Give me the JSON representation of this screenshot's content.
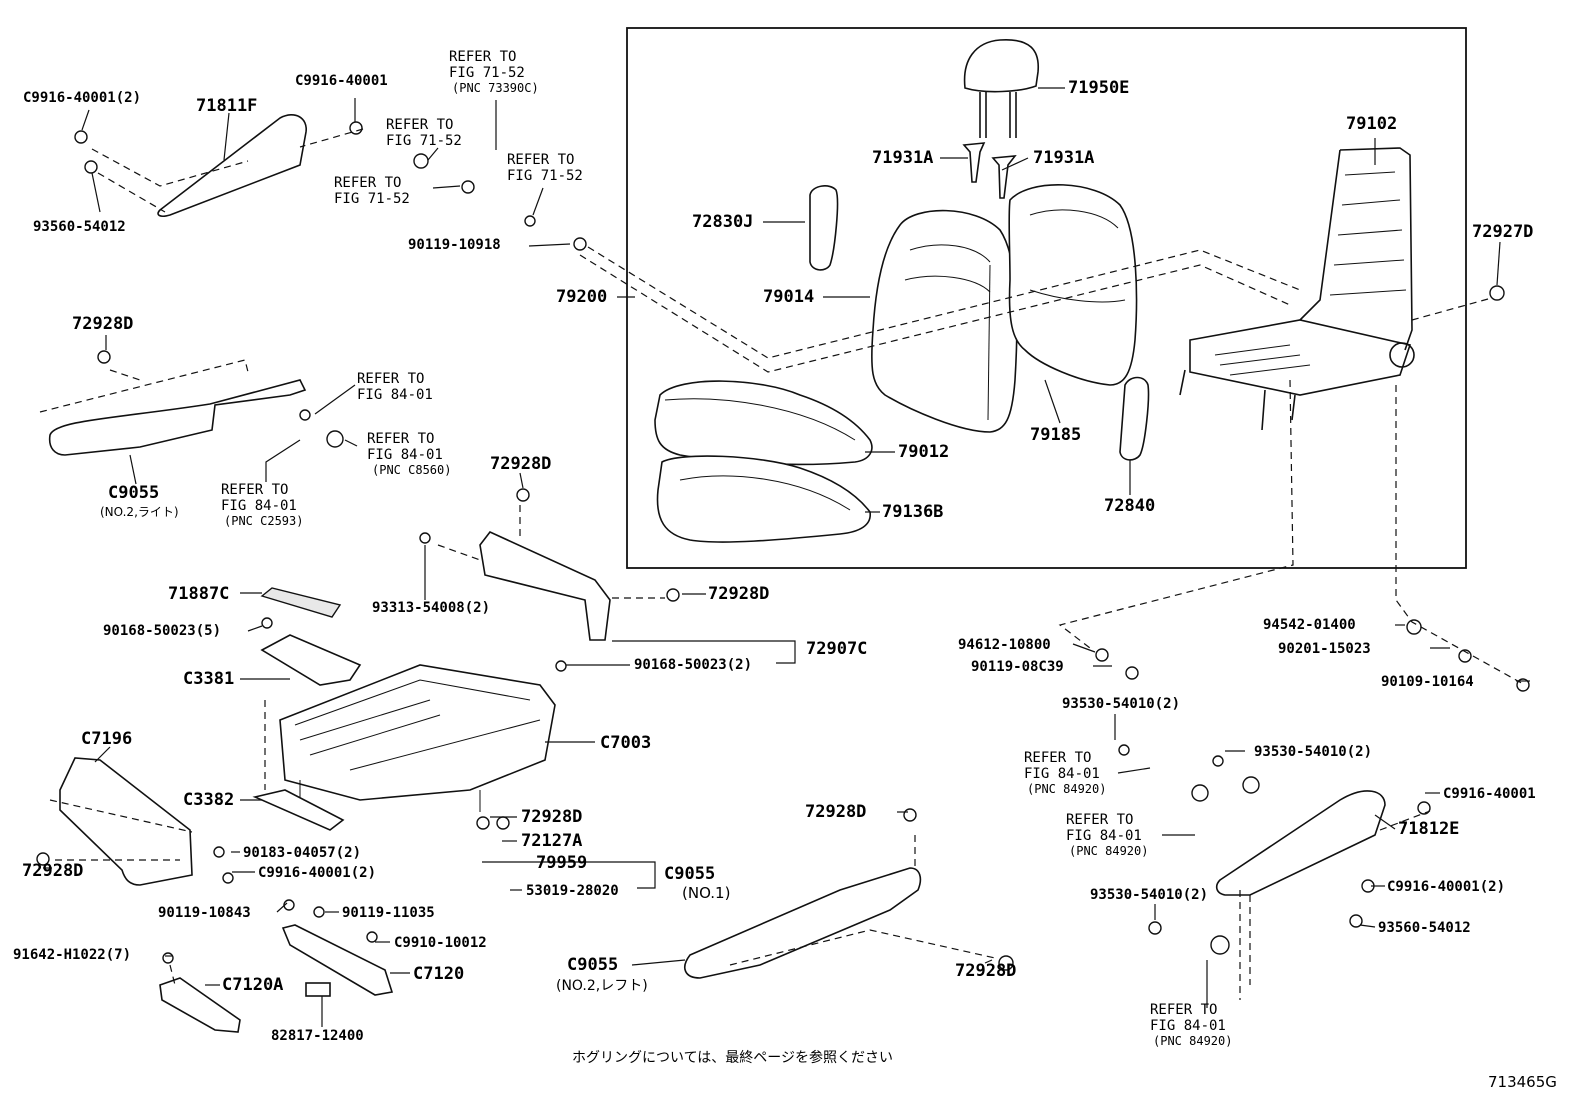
{
  "diagram": {
    "footnote": "ホグリングについては、最終ページを参照ください",
    "figure_code": "713465G",
    "labels": {
      "l_c9916_2a": "C9916-40001(2)",
      "l_71811f": "71811F",
      "l_c9916_a": "C9916-40001",
      "l_93560_a": "93560-54012",
      "l_refer_a1": "REFER TO",
      "l_refer_a2": "FIG 71-52",
      "l_refer_a3": "(PNC 73390C)",
      "l_refer_b1": "REFER TO",
      "l_refer_b2": "FIG 71-52",
      "l_refer_c1": "REFER TO",
      "l_refer_c2": "FIG 71-52",
      "l_refer_d1": "REFER TO",
      "l_refer_d2": "FIG 71-52",
      "l_90119_10918": "90119-10918",
      "l_79200": "79200",
      "l_71950e": "71950E",
      "l_71931a_1": "71931A",
      "l_71931a_2": "71931A",
      "l_79102": "79102",
      "l_72830j": "72830J",
      "l_72927d": "72927D",
      "l_79014": "79014",
      "l_79185": "79185",
      "l_79012": "79012",
      "l_72840": "72840",
      "l_79136b": "79136B",
      "l_72928d_1": "72928D",
      "l_refer_e1": "REFER TO",
      "l_refer_e2": "FIG 84-01",
      "l_refer_f1": "REFER TO",
      "l_refer_f2": "FIG 84-01",
      "l_refer_f3": "(PNC C8560)",
      "l_refer_g1": "REFER TO",
      "l_refer_g2": "FIG 84-01",
      "l_refer_g3": "(PNC C2593)",
      "l_c9055_top": "C9055",
      "l_c9055_top_sub": "(NO.2,ライト)",
      "l_72928d_2": "72928D",
      "l_93313": "93313-54008(2)",
      "l_72928d_3": "72928D",
      "l_71887c": "71887C",
      "l_90168_5": "90168-50023(5)",
      "l_72907c": "72907C",
      "l_90168_2": "90168-50023(2)",
      "l_c3381": "C3381",
      "l_c7003": "C7003",
      "l_c7196": "C7196",
      "l_c3382": "C3382",
      "l_72928d_4": "72928D",
      "l_72127a": "72127A",
      "l_79959": "79959",
      "l_c9055_mid": "C9055",
      "l_c9055_mid_sub": "(NO.1)",
      "l_53019": "53019-28020",
      "l_72928d_5": "72928D",
      "l_90183": "90183-04057(2)",
      "l_c9916_2b": "C9916-40001(2)",
      "l_90119_10843": "90119-10843",
      "l_90119_11035": "90119-11035",
      "l_c9910": "C9910-10012",
      "l_91642": "91642-H1022(7)",
      "l_c7120a": "C7120A",
      "l_c7120": "C7120",
      "l_82817": "82817-12400",
      "l_72928d_6": "72928D",
      "l_c9055_low": "C9055",
      "l_c9055_low_sub": "(NO.2,レフト)",
      "l_72928d_7": "72928D",
      "l_94612": "94612-10800",
      "l_90119_08c39": "90119-08C39",
      "l_94542": "94542-01400",
      "l_90201": "90201-15023",
      "l_90109": "90109-10164",
      "l_93530_a": "93530-54010(2)",
      "l_93530_b": "93530-54010(2)",
      "l_refer_h1": "REFER TO",
      "l_refer_h2": "FIG 84-01",
      "l_refer_h3": "(PNC 84920)",
      "l_refer_i1": "REFER TO",
      "l_refer_i2": "FIG 84-01",
      "l_refer_i3": "(PNC 84920)",
      "l_c9916_b": "C9916-40001",
      "l_71812e": "71812E",
      "l_93530_c": "93530-54010(2)",
      "l_c9916_2c": "C9916-40001(2)",
      "l_93560_b": "93560-54012",
      "l_refer_j1": "REFER TO",
      "l_refer_j2": "FIG 84-01",
      "l_refer_j3": "(PNC 84920)"
    }
  }
}
